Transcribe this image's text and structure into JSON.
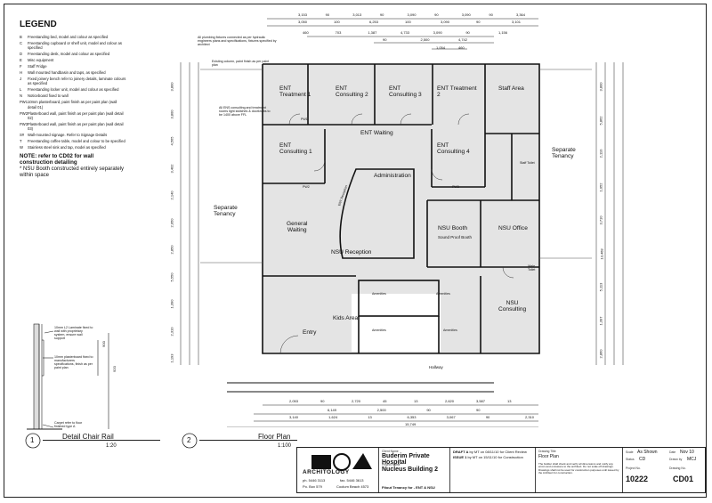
{
  "legend": {
    "title": "LEGEND",
    "items": [
      {
        "code": "B",
        "text": "Freestanding bed, model and colour as specified"
      },
      {
        "code": "C",
        "text": "Freestanding cupboard or shelf unit, model and colour as specified"
      },
      {
        "code": "D",
        "text": "Freestanding desk, model and colour as specified"
      },
      {
        "code": "E",
        "text": "Misc equipment"
      },
      {
        "code": "F",
        "text": "Staff Fridge"
      },
      {
        "code": "H",
        "text": "Wall mounted handbasin and taps, as specified"
      },
      {
        "code": "J",
        "text": "Fixed joinery bench refer to joinery details, laminate colours as specified"
      },
      {
        "code": "L",
        "text": "Freestanding locker unit, model and colour as specified"
      },
      {
        "code": "N",
        "text": "Noticeboard fixed to wall"
      },
      {
        "code": "PW1",
        "text": "10mm plasterboard, paint finish as per paint plan (wall detail 01)"
      },
      {
        "code": "PW2",
        "text": "Plasterboard wall, paint finish as per paint plan (wall detail 02)"
      },
      {
        "code": "PW3",
        "text": "Plasterboard wall, paint finish as per paint plan (wall detail 03)"
      },
      {
        "code": "S#",
        "text": "Wall-mounted signage. Refer to Signage Details"
      },
      {
        "code": "T",
        "text": "Freestanding coffee table, model and colour to be specified"
      },
      {
        "code": "W",
        "text": "Stainless steel sink and tap, model as specified"
      }
    ],
    "note": "NOTE: refer to CD02 for wall construction detailing",
    "note2": "* NSU Booth constructed entirely separately within space"
  },
  "chair_detail": {
    "notes": [
      "10mm L2 Laminate fixed to wall with proprietary system, ensure wall support",
      "10mm plasterboard fixed to manufacturers specifications, finish as per paint plan",
      "Carpet refer to floor finished type A"
    ],
    "dim1": "900",
    "dim2": "920",
    "number": "1",
    "title": "Detail Chair Rail",
    "scale": "1:20"
  },
  "plan": {
    "number": "2",
    "title": "Floor Plan",
    "scale": "1:100",
    "rooms": {
      "ent1": "ENT\nTreatment 1",
      "ent_c2": "ENT\nConsulting 2",
      "ent_c3": "ENT\nConsulting 3",
      "ent_t2": "ENT Treatment\n2",
      "staff": "Staff Area",
      "ent_c1": "ENT\nConsulting 1",
      "ent_waiting": "ENT Waiting",
      "ent_c4": "ENT\nConsulting 4",
      "admin": "Administration",
      "separate_r": "Separate\nTenancy",
      "separate_l": "Separate\nTenancy",
      "general": "General\nWaiting",
      "nsu_booth": "NSU Booth",
      "nsu_booth_sub": "Sound Proof Booth",
      "nsu_office": "NSU Office",
      "nsu_reception": "NSU Reception",
      "kids": "Kids Area",
      "entry": "Entry",
      "nsu_consult": "NSU\nConsulting",
      "hallway": "Hallway",
      "amenities": "Amenities",
      "male_toilet": "Male\nToilet",
      "ent_reception": "ENT Reception",
      "staff_toilet": "Staff Toilet"
    },
    "annotations": [
      "All plumbing fixtures connected as per hydraulic engineers plans and specifications, fixtures specified by architect",
      "Existing column, paint finish as per paint plan",
      "All ENS consulting and treatment rooms light switches & doorknobs to be 1400 above FFL"
    ],
    "walls": [
      "PW1",
      "PW2",
      "PW3"
    ],
    "top_dims_row1": [
      "3,153",
      "90",
      "3,013",
      "90",
      "3,090",
      "90",
      "3,090",
      "90",
      "3,364"
    ],
    "top_dims_row2": [
      "3,050",
      "100",
      "6,253",
      "100",
      "3,090",
      "90",
      "3,101"
    ],
    "top_dims_row3": [
      "460",
      "703",
      "1,387",
      "4,733",
      "3,090",
      "90",
      "1,156"
    ],
    "top_dims_row4": [
      "90",
      "2,500",
      "4,742"
    ],
    "top_dims_row5": [
      "1,054",
      "460"
    ],
    "bottom_dims_row1": [
      "2,053",
      "90",
      "2,720",
      "45",
      "13",
      "2,620",
      "3,587",
      "13"
    ],
    "bottom_dims_row2": [
      "6,149",
      "2,500",
      "90",
      "90"
    ],
    "bottom_dims_row3": [
      "3,140",
      "1,624",
      "13",
      "6,353",
      "3,067",
      "90",
      "2,310"
    ],
    "bottom_total": "15,749",
    "left_dims": [
      "3,800",
      "3,800",
      "4,565",
      "3,402",
      "2,140",
      "2,950",
      "2,850",
      "5,550",
      "1,390",
      "2,310",
      "1,193"
    ],
    "right_dims": [
      "3,800",
      "5,862",
      "2,110",
      "1,052",
      "3,710",
      "13,468",
      "5,113",
      "1,397",
      "2,860"
    ]
  },
  "title_block": {
    "logo_text": "ARCHITOLOGY",
    "ph": "ph. 5446 3113",
    "fax": "fax. 5446 3613",
    "po": "Po. Box 579",
    "addr": "Coolum Beach 4573",
    "client_label": "Client Name",
    "client": "Buderim Private Hospital",
    "project_label": "Project Name",
    "project": "Nucleus Building 2",
    "fitout": "Fitout Tenancy for - ENT & NSU",
    "draft": "DRAFT A",
    "draft_text": "by MT on 08/11/10 for Client Review",
    "issue": "ISSUE 1",
    "issue_text": "by MT on 15/11/10 for Construction",
    "drawing_title_label": "Drawing Title",
    "drawing_title": "Floor Plan",
    "disclaimer": "The builder shall check and verify all dimensions and notify any errors and omissions to the architect. Do not scale off drawings. Drawings shall not be used for construction purposes until issued by the Architect for construction.",
    "scale_label": "Scale",
    "scale": "As Shown",
    "date_label": "Date",
    "date": "Nov 10",
    "status_label": "Status",
    "status": "CD",
    "drawn_label": "Drawn by",
    "drawn": "MCJ",
    "proj_no_label": "Project No.",
    "proj_no": "10222",
    "drawing_no_label": "Drawing No.",
    "drawing_no": "CD01"
  }
}
